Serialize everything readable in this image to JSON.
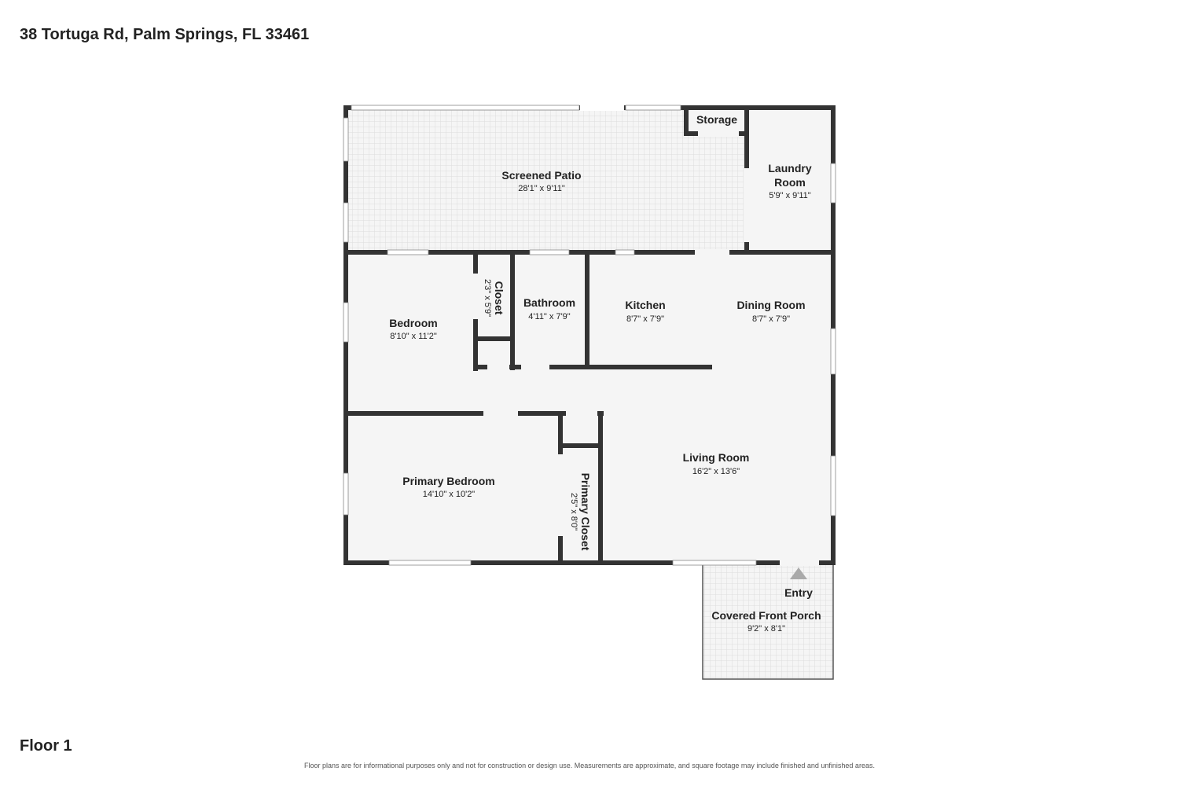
{
  "address": "38 Tortuga Rd, Palm Springs, FL 33461",
  "floor_label": "Floor 1",
  "disclaimer": "Floor plans are for informational purposes only and not for construction or design use. Measurements are approximate, and square footage may include finished and unfinished areas.",
  "colors": {
    "wall": "#333333",
    "room_fill": "#f5f5f5",
    "tile_fill": "#f5f5f5",
    "tile_grid": "#dddddd",
    "window": "#ffffff",
    "entry_arrow": "#aaaaaa"
  },
  "rooms": {
    "screened_patio": {
      "name": "Screened Patio",
      "dims": "28'1\" x 9'11\""
    },
    "storage": {
      "name": "Storage"
    },
    "laundry": {
      "name_line1": "Laundry",
      "name_line2": "Room",
      "dims": "5'9\" x 9'11\""
    },
    "bedroom": {
      "name": "Bedroom",
      "dims": "8'10\" x 11'2\""
    },
    "closet": {
      "name": "Closet",
      "dims": "2'3\" x 5'9\""
    },
    "bathroom": {
      "name": "Bathroom",
      "dims": "4'11\" x 7'9\""
    },
    "kitchen": {
      "name": "Kitchen",
      "dims": "8'7\" x 7'9\""
    },
    "dining": {
      "name": "Dining Room",
      "dims": "8'7\" x 7'9\""
    },
    "living": {
      "name": "Living Room",
      "dims": "16'2\" x 13'6\""
    },
    "primary_bedroom": {
      "name": "Primary Bedroom",
      "dims": "14'10\" x 10'2\""
    },
    "primary_closet": {
      "name": "Primary Closet",
      "dims": "2'5\" x 8'0\""
    },
    "porch": {
      "name": "Covered Front Porch",
      "dims": "9'2\" x 8'1\""
    },
    "entry": {
      "name": "Entry"
    }
  }
}
